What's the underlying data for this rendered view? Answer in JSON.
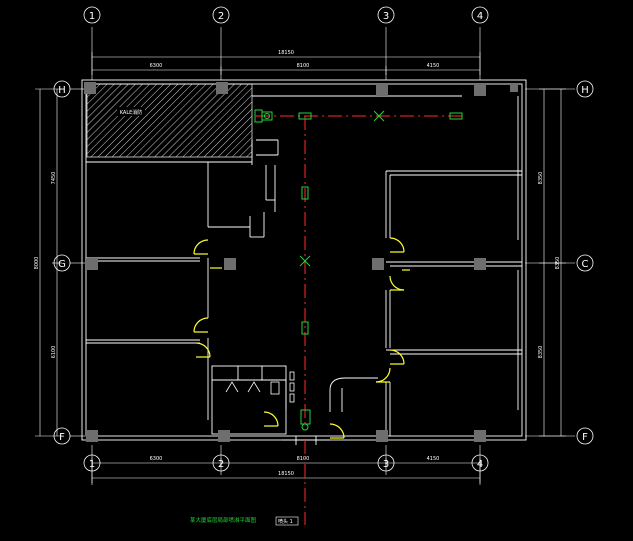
{
  "grid": {
    "columns": [
      "1",
      "2",
      "3",
      "4"
    ],
    "rows": [
      "H",
      "G",
      "F"
    ],
    "right_rows": [
      "H",
      "C",
      "F"
    ]
  },
  "dimensions": {
    "top_total": "18150",
    "top_segments": [
      "6300",
      "8100",
      "4150"
    ],
    "bottom_segments": [
      "6300",
      "8100",
      "4150"
    ],
    "bottom_total": "18150",
    "left_segments": [
      "7450",
      "8000",
      "6100"
    ],
    "right_segments": [
      "8350",
      "8350"
    ]
  },
  "labels": {
    "hatched_room": "KALE消防",
    "drawing_caption": "某大厦底层局部喷淋平面图",
    "legend_text": "喷头 1"
  },
  "colors": {
    "background": "#000000",
    "walls": "#ffffff",
    "grid_lines": "#ffffff",
    "pipe": "#ff2a2a",
    "fixtures": "#23d43a",
    "doors": "#ffff33",
    "columns": "#6e6e6e"
  }
}
